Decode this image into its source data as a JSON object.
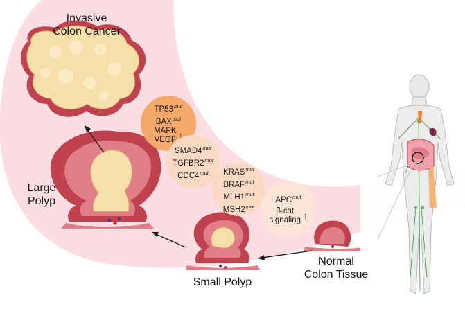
{
  "labels": {
    "invasive": [
      "Invasive",
      "Colon Cancer"
    ],
    "large_polyp": [
      "Large",
      "Polyp"
    ],
    "small_polyp": "Small Polyp",
    "normal": [
      "Normal",
      "Colon Tissue"
    ]
  },
  "stage_bubbles": [
    {
      "genes": [
        {
          "name": "TP53",
          "sup": "mut"
        },
        {
          "name": "BAX",
          "sup": "mut"
        }
      ],
      "upregulated": [
        "MAPK",
        "VEGF"
      ]
    },
    {
      "genes": [
        {
          "name": "SMAD4",
          "sup": "mut"
        },
        {
          "name": "TGFBR2",
          "sup": "mut"
        },
        {
          "name": "CDC4",
          "sup": "mut"
        }
      ]
    },
    {
      "genes": [
        {
          "name": "KRAS",
          "sup": "mut"
        },
        {
          "name": "BRAF",
          "sup": "mut"
        },
        {
          "name": "MLH1",
          "sup": "mut"
        },
        {
          "name": "MSH2",
          "sup": "mut"
        }
      ]
    },
    {
      "genes": [
        {
          "name": "APC",
          "sup": "mut"
        }
      ],
      "upregulated": [
        "β-cat",
        "signaling"
      ]
    }
  ],
  "colors": {
    "band": "#fbdde2",
    "tumor": "#f6dfa8",
    "tissue_dark": "#c0424f",
    "tissue_mid": "#e07e87",
    "arrow_up": "#d8231f",
    "stage_late": "#f4a96a",
    "stage_early": "#f9d9c2"
  },
  "icons": [
    "human-body-icon",
    "intestine-icon",
    "lymph-system-icon",
    "tumor-mass-icon"
  ]
}
